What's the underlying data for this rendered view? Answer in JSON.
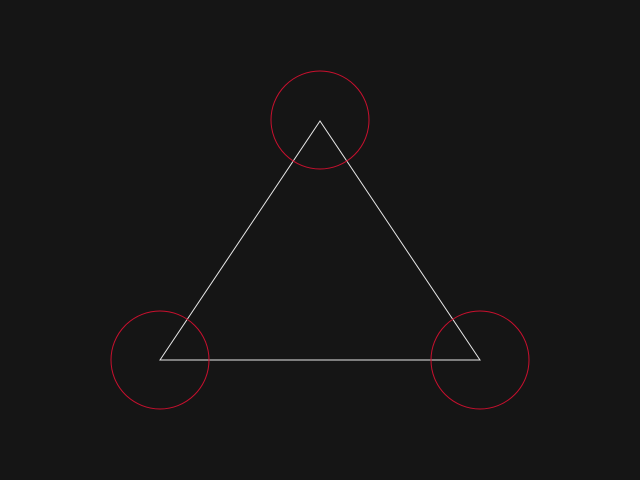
{
  "colors": {
    "background": "#151515",
    "triangle_stroke": "#e8e8e8",
    "circle_stroke": "#c8102e"
  },
  "shapes": {
    "triangle": {
      "kind": "triangle",
      "vertices": [
        "top",
        "bottom-left",
        "bottom-right"
      ]
    },
    "circles": [
      {
        "name": "top-vertex-circle",
        "around": "top"
      },
      {
        "name": "bottom-left-vertex-circle",
        "around": "bottom-left"
      },
      {
        "name": "bottom-right-vertex-circle",
        "around": "bottom-right"
      }
    ]
  }
}
